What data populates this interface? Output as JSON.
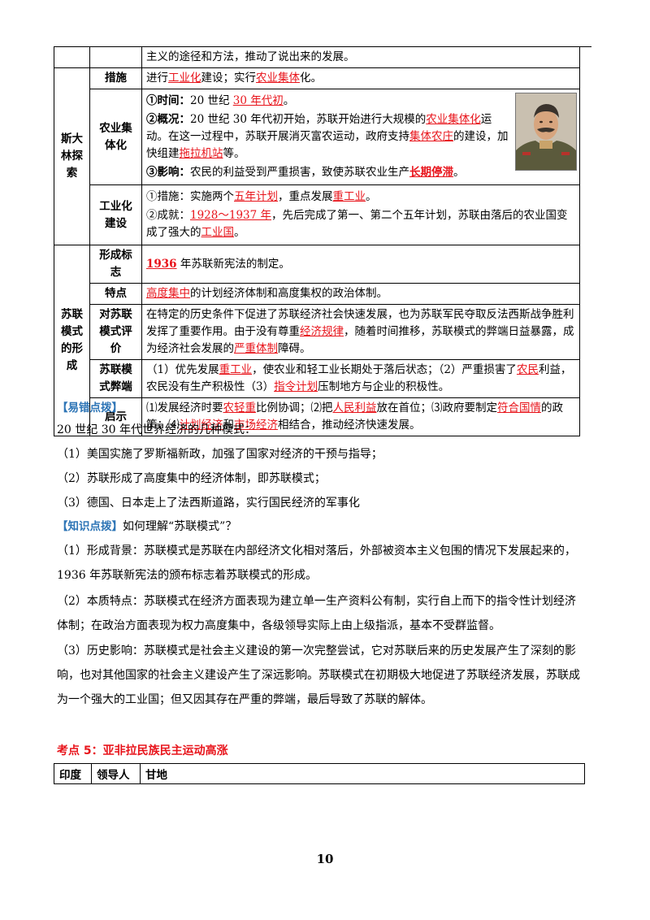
{
  "table": {
    "top_continuation": "主义的途径和方法，推动了说出来的发展。",
    "stalin": {
      "label": "斯大林探索",
      "measures": {
        "label": "措施",
        "t1": "进行",
        "h1": "工业化",
        "t2": "建设；实行",
        "h2": "农业集体",
        "t3": "化。"
      },
      "agri": {
        "label": "农业集体化",
        "time_head": "①时间：",
        "time_text": "20 世纪 ",
        "time_hl": "30 年代初",
        "time_end": "。",
        "gk_head": "②概况：",
        "gk_t1": "20 世纪 30 年代初开始，苏联开始进行大规模的",
        "gk_h1": "农业集体化",
        "gk_t2": "运动。在这一过程中，苏联开展消灭富农运动，政府支持",
        "gk_h2": "集体农庄",
        "gk_t3": "的建设，加快组建",
        "gk_h3": "拖拉机站",
        "gk_t4": "等。",
        "eff_head": "③影响：",
        "eff_t1": "农民的利益受到严重损害，致使苏联农业生产",
        "eff_h1": "长期停滞",
        "eff_t2": "。"
      },
      "industry": {
        "label": "工业化建设",
        "m_t1": "①措施：实施两个",
        "m_h1": "五年计划",
        "m_t2": "，重点发展",
        "m_h2": "重工业",
        "m_t3": "。",
        "a_t1": "②成就：",
        "a_h1": "1928～1937 年",
        "a_t2": "，先后完成了第一、第二个五年计划，苏联由落后的农业国变成了强大的",
        "a_h2": "工业国",
        "a_t3": "。"
      }
    },
    "model": {
      "label": "苏联模式的形成",
      "sign": {
        "label": "形成标志",
        "h1": "1936",
        "t1": " 年苏联新宪法的制定。"
      },
      "feature": {
        "label": "特点",
        "h1": "高度集中",
        "t1": "的计划经济体制和高度集权的政治体制。"
      },
      "eval": {
        "label": "对苏联模式评价",
        "t1": "在特定的历史条件下促进了苏联经济社会快速发展，也为苏联军民夺取反法西斯战争胜利发挥了重要作用。由于没有尊重",
        "h1": "经济规律",
        "t2": "，随着时间推移，苏联模式的弊端日益暴露，成为经济社会发展的",
        "h2": "严重体制",
        "t3": "障碍。"
      },
      "flaw": {
        "label": "苏联模式弊端",
        "t1": "（1）优先发展",
        "h1": "重工业",
        "t2": "，使农业和轻工业长期处于落后状态；（2）严重损害了",
        "h2": "农民",
        "t3": "利益，农民没有生产积极性（3）",
        "h3": "指令计划",
        "t4": "压制地方与企业的积极性。"
      },
      "lesson": {
        "label": "启示",
        "t1": "⑴发展经济时要",
        "h1": "农轻重",
        "t2": "比例协调；⑵把",
        "h2": "人民利益",
        "t3": "放在首位；⑶政府要制定",
        "h3": "符合国情",
        "t4": "的政策；⑷",
        "h4": "计划经济",
        "t5": "和",
        "h5": "市场经济",
        "t6": "相结合，推动经济快速发展。"
      }
    }
  },
  "notes": {
    "error_title": "【易错点拨】",
    "error_lines": [
      "20 世纪 30 年代世界经济的几种模式：",
      "（1）美国实施了罗斯福新政，加强了国家对经济的干预与指导；",
      "（2）苏联形成了高度集中的经济体制，即苏联模式；",
      "（3）德国、日本走上了法西斯道路，实行国民经济的军事化"
    ],
    "knowledge_title": "【知识点拨】",
    "knowledge_question": "如何理解“苏联模式”？",
    "knowledge_lines": [
      "（1）形成背景：苏联模式是苏联在内部经济文化相对落后，外部被资本主义包围的情况下发展起来的，",
      "1936 年苏联新宪法的颁布标志着苏联模式的形成。",
      "（2）本质特点：苏联模式在经济方面表现为建立单一生产资料公有制，实行自上而下的指令性计划经济",
      "体制；在政治方面表现为权力高度集中，各级领导实际上由上级指派，基本不受群监督。",
      "（3）历史影响：苏联模式是社会主义建设的第一次完整尝试，它对苏联后来的历史发展产生了深刻的影",
      "响，也对其他国家的社会主义建设产生了深远影响。苏联模式在初期极大地促进了苏联经济发展，苏联成",
      "为一个强大的工业国；但又因其存在严重的弊端，最后导致了苏联的解体。"
    ]
  },
  "section": {
    "title": "考点 5：亚非拉民族民主运动高涨",
    "row": {
      "country": "印度",
      "leader_label": "领导人",
      "leader": "甘地"
    }
  },
  "page_number": "10",
  "colors": {
    "highlight": "#e8141b",
    "note_title": "#2e75b6"
  }
}
